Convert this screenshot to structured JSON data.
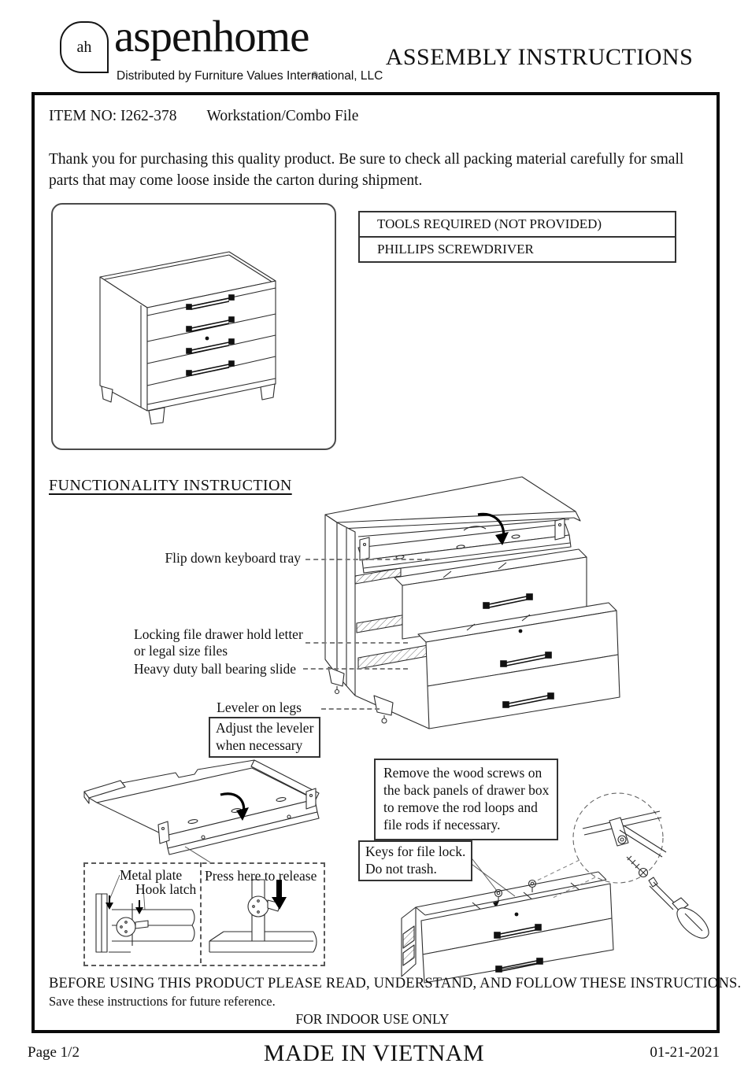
{
  "header": {
    "logo_monogram": "ah",
    "brand": "aspenhome",
    "reg": "®",
    "distributor": "Distributed by Furniture Values International, LLC",
    "title": "ASSEMBLY INSTRUCTIONS"
  },
  "item": {
    "label": "ITEM NO: I262-378",
    "name": "Workstation/Combo File"
  },
  "intro": "Thank you for purchasing this quality product. Be sure to check all packing material carefully for small parts that may come loose inside the carton during shipment.",
  "tools": {
    "header": "TOOLS REQUIRED (NOT PROVIDED)",
    "rows": [
      "PHILLIPS SCREWDRIVER"
    ]
  },
  "functionality": {
    "heading": "FUNCTIONALITY INSTRUCTION",
    "labels": {
      "keyboard_tray": "Flip down keyboard tray",
      "locking_line1": "Locking file drawer hold letter",
      "locking_line2": "or legal size files",
      "slide": "Heavy duty ball bearing slide",
      "leveler": "Leveler on legs",
      "adjust_line1": "Adjust the leveler",
      "adjust_line2": "when necessary"
    }
  },
  "callouts": {
    "remove_lines": [
      "Remove the wood screws on",
      "the back panels of drawer box",
      "to remove the rod loops and",
      "file rods if necessary."
    ],
    "keys_line1": "Keys for file lock.",
    "keys_line2": "Do not trash.",
    "metal_plate": "Metal plate",
    "hook_latch": "Hook latch",
    "press_release": "Press here to release"
  },
  "footer": {
    "warning_line1": "BEFORE USING THIS PRODUCT PLEASE READ, UNDERSTAND, AND FOLLOW THESE INSTRUCTIONS.",
    "warning_line2": "Save these instructions for future reference.",
    "indoor": "FOR INDOOR USE ONLY",
    "page": "Page 1/2",
    "made_in": "MADE IN VIETNAM",
    "date": "01-21-2021"
  }
}
